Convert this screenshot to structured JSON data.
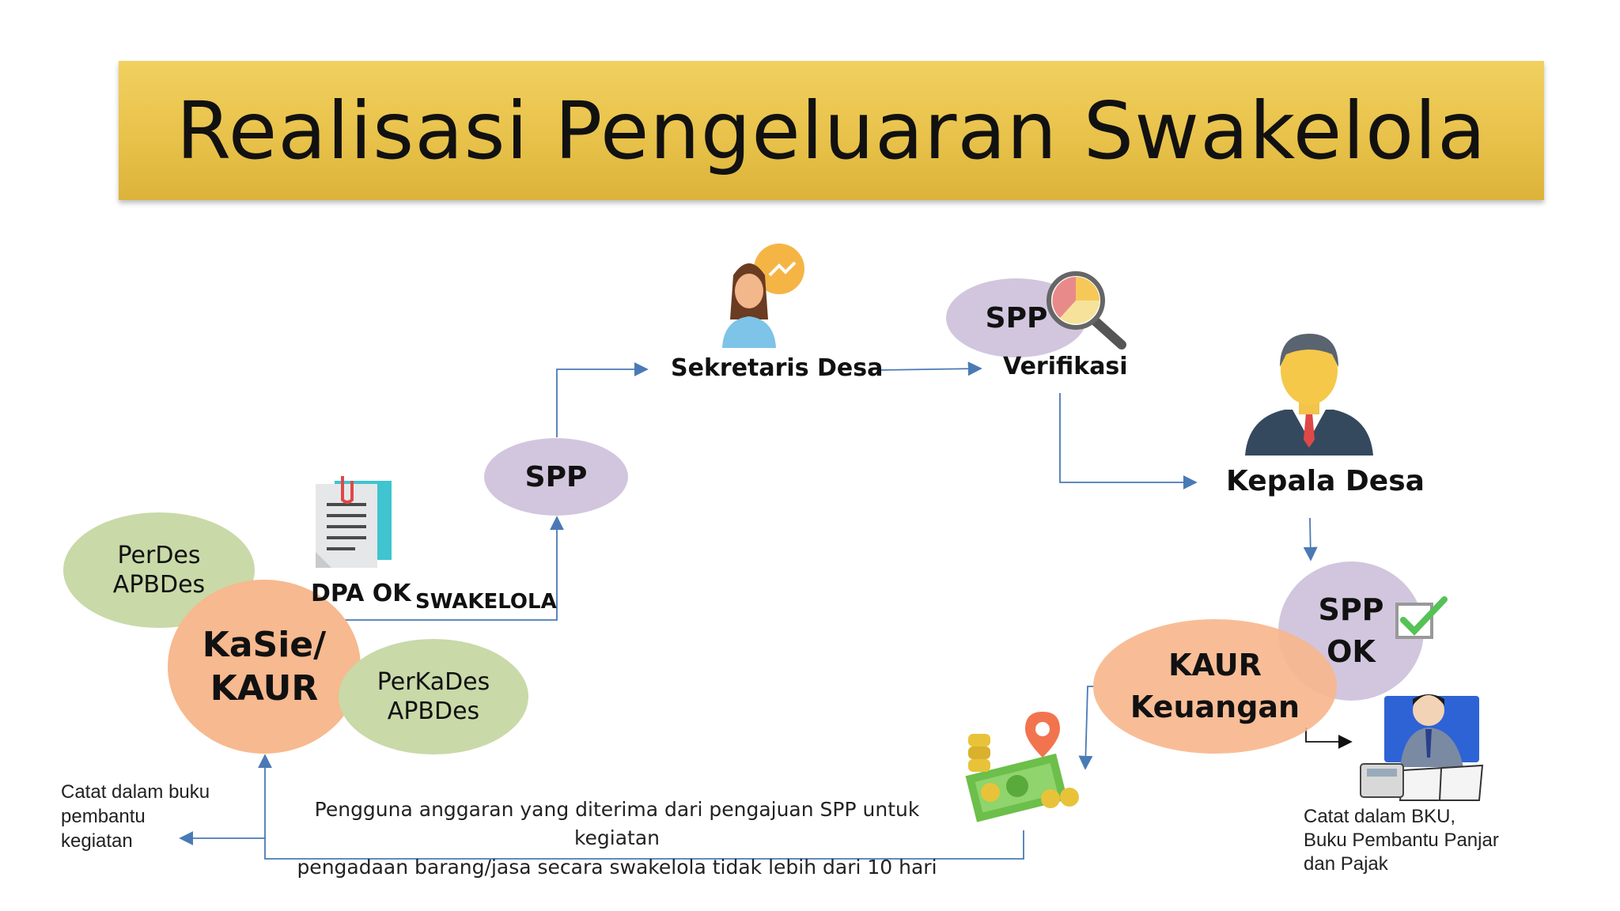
{
  "title": "Realisasi Pengeluaran Swakelola",
  "nodes": {
    "perdes": [
      "PerDes",
      "APBDes"
    ],
    "kasie": [
      "KaSie/",
      "KAUR"
    ],
    "perkades": [
      "PerKaDes",
      "APBDes"
    ],
    "dpa_ok": "DPA OK",
    "swakelola": "SWAKELOLA",
    "spp_mid": "SPP",
    "sekretaris": "Sekretaris Desa",
    "spp_verif": "SPP",
    "verifikasi": "Verifikasi",
    "kepala": "Kepala Desa",
    "spp_ok": [
      "SPP",
      "OK"
    ],
    "kaur_keu": [
      "KAUR",
      "Keuangan"
    ]
  },
  "notes": {
    "catat_buku": [
      "Catat dalam buku",
      "pembantu",
      "kegiatan"
    ],
    "pengguna": [
      "Pengguna anggaran yang diterima dari pengajuan SPP untuk kegiatan",
      "pengadaan barang/jasa secara swakelola tidak lebih dari 10 hari"
    ],
    "catat_bku": [
      "Catat dalam BKU,",
      "Buku Pembantu Panjar",
      "dan Pajak"
    ]
  },
  "colors": {
    "banner": "#e8c24a",
    "green_ellipse": "#c9d9a8",
    "orange_ellipse": "#f7b98f",
    "purple_ellipse": "#d2c6de",
    "arrow": "#4a7ab5"
  }
}
